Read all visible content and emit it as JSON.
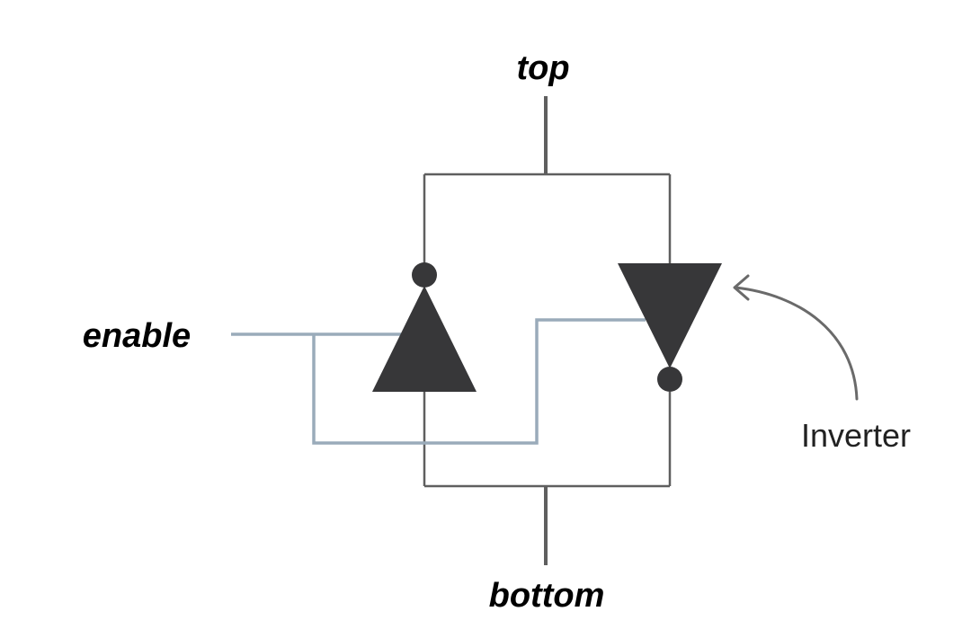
{
  "labels": {
    "top": "top",
    "bottom": "bottom",
    "enable": "enable",
    "inverter": "Inverter"
  },
  "colors": {
    "wire": "#5f5f5f",
    "enable_wire": "#9aabba",
    "gate_fill": "#373739",
    "arrow": "#6a6a6a"
  }
}
